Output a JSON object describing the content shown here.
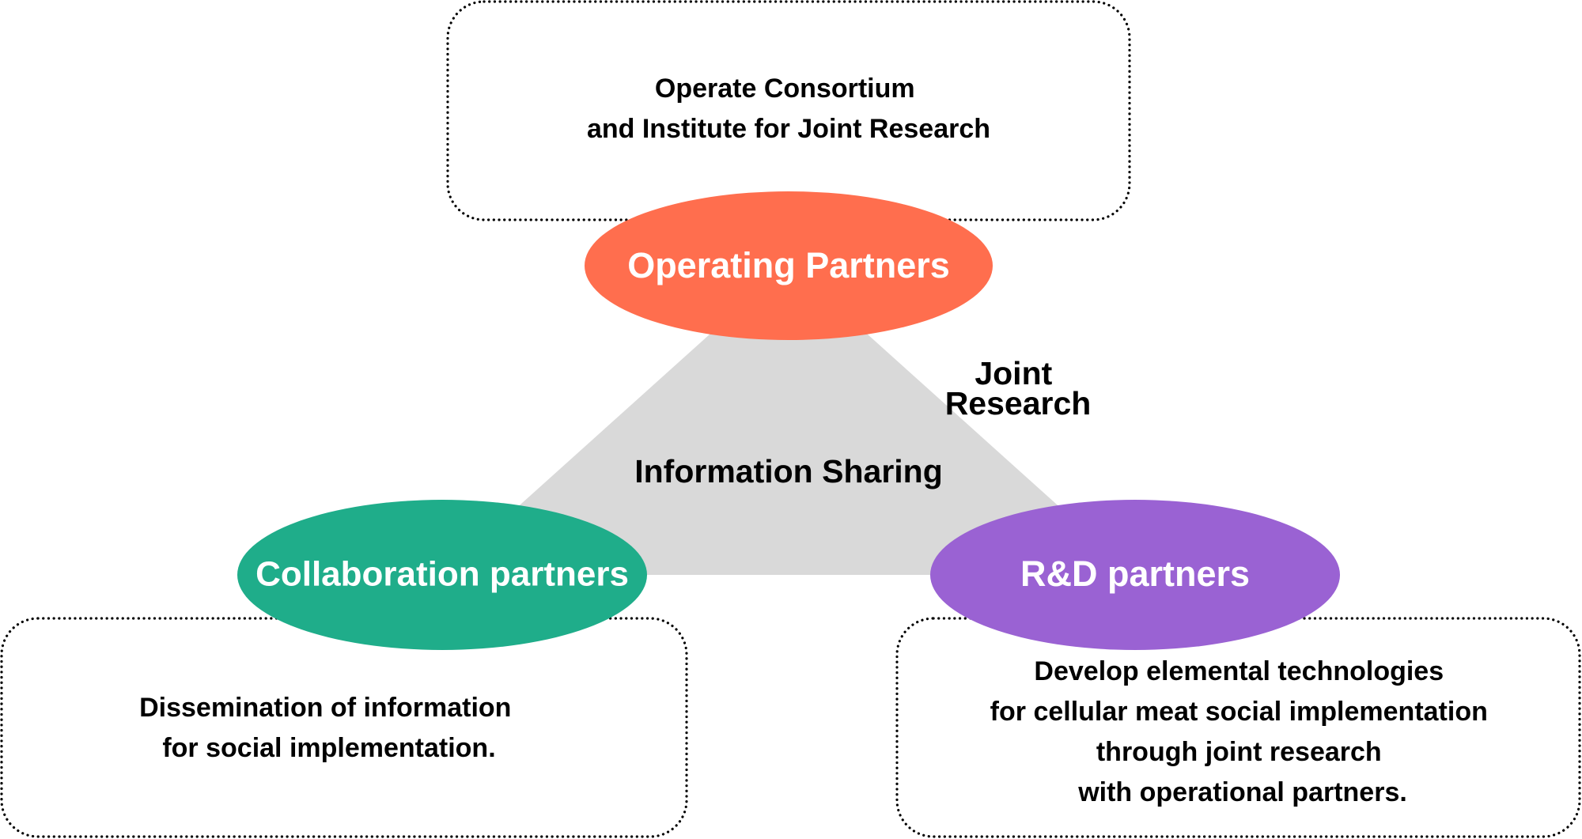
{
  "diagram": {
    "center": {
      "label": "Information Sharing",
      "color": "#D9D9D9"
    },
    "edge_label": {
      "lines": [
        "Joint",
        "Research"
      ]
    },
    "partners": {
      "operating": {
        "label": "Operating Partners",
        "color": "#FF6E4E",
        "description": [
          "Operate Consortium",
          "and Institute for Joint Research"
        ]
      },
      "collaboration": {
        "label": "Collaboration partners",
        "color": "#1FAD8A",
        "description": [
          "Dissemination of information",
          "for social implementation."
        ]
      },
      "rnd": {
        "label": "R&D partners",
        "color": "#9A62D3",
        "description": [
          "Develop elemental technologies",
          "for cellular meat social implementation",
          "through joint research",
          "with operational partners."
        ]
      }
    }
  }
}
